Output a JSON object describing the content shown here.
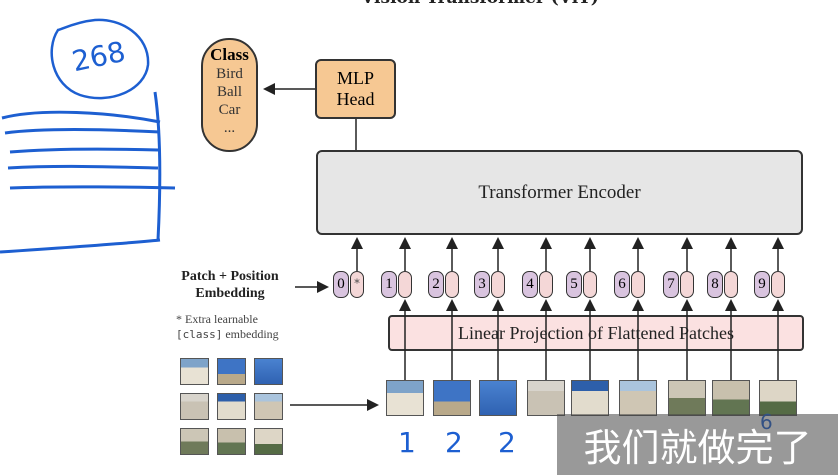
{
  "title": "Vision Transformer (ViT)",
  "class_box": {
    "heading": "Class",
    "items": [
      "Bird",
      "Ball",
      "Car",
      "..."
    ]
  },
  "mlp_head": {
    "line1": "MLP",
    "line2": "Head"
  },
  "encoder": {
    "label": "Transformer Encoder"
  },
  "linear_projection": {
    "label": "Linear Projection of Flattened Patches"
  },
  "patch_position": {
    "line1": "Patch + Position",
    "line2": "Embedding"
  },
  "extra_note": {
    "line1": "* Extra learnable",
    "code": "[class]",
    "line2": " embedding"
  },
  "tokens": [
    "0",
    "1",
    "2",
    "3",
    "4",
    "5",
    "6",
    "7",
    "8",
    "9"
  ],
  "class_token_mark": "*",
  "handwriting": {
    "circle_number": "268",
    "patch_labels": [
      "1",
      "2",
      "2"
    ],
    "tail": "6"
  },
  "caption": "我们就做完了",
  "colors": {
    "orange": "#f6c893",
    "gray": "#e6e6e6",
    "pink": "#fbe1e1",
    "purple": "#d9c4df",
    "ink": "#1d5fd1"
  }
}
